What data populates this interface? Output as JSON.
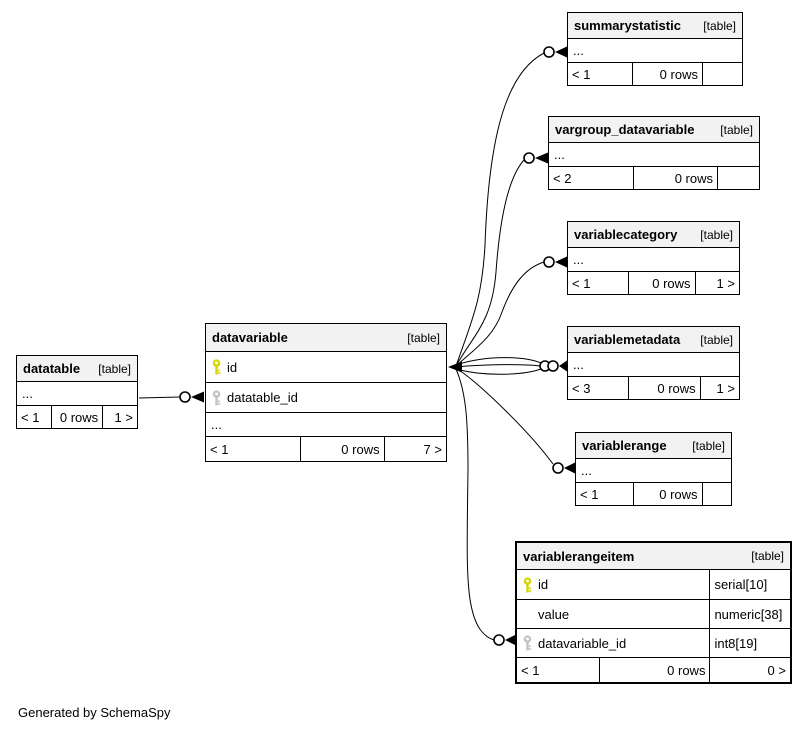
{
  "note": "Generated by SchemaSpy",
  "colors": {
    "pk_key": "#d6d600",
    "fk_key": "#c4c4c4",
    "header_bg": "#f2f2f2",
    "line": "#000000"
  },
  "tables": [
    {
      "name": "summarystatistic",
      "tag": "[table]",
      "rows": [
        {
          "label": "..."
        }
      ],
      "footer": {
        "left": "< 1",
        "mid": "0 rows",
        "right": ""
      }
    },
    {
      "name": "vargroup_datavariable",
      "tag": "[table]",
      "rows": [
        {
          "label": "..."
        }
      ],
      "footer": {
        "left": "< 2",
        "mid": "0 rows",
        "right": ""
      }
    },
    {
      "name": "variablecategory",
      "tag": "[table]",
      "rows": [
        {
          "label": "..."
        }
      ],
      "footer": {
        "left": "< 1",
        "mid": "0 rows",
        "right": "1 >"
      }
    },
    {
      "name": "variablemetadata",
      "tag": "[table]",
      "rows": [
        {
          "label": "..."
        }
      ],
      "footer": {
        "left": "< 3",
        "mid": "0 rows",
        "right": "1 >"
      }
    },
    {
      "name": "variablerange",
      "tag": "[table]",
      "rows": [
        {
          "label": "..."
        }
      ],
      "footer": {
        "left": "< 1",
        "mid": "0 rows",
        "right": ""
      }
    },
    {
      "name": "variablerangeitem",
      "tag": "[table]",
      "rows": [
        {
          "icon": "primary-key",
          "label": "id",
          "type": "serial[10]"
        },
        {
          "icon": null,
          "label": "value",
          "type": "numeric[38]"
        },
        {
          "icon": "foreign-key",
          "label": "datavariable_id",
          "type": "int8[19]"
        }
      ],
      "footer": {
        "left": "< 1",
        "mid": "0 rows",
        "right": "0 >"
      }
    },
    {
      "name": "datavariable",
      "tag": "[table]",
      "rows": [
        {
          "icon": "primary-key",
          "label": "id"
        },
        {
          "icon": "foreign-key",
          "label": "datatable_id"
        },
        {
          "icon": null,
          "label": "..."
        }
      ],
      "footer": {
        "left": "< 1",
        "mid": "0 rows",
        "right": "7 >"
      }
    },
    {
      "name": "datatable",
      "tag": "[table]",
      "rows": [
        {
          "label": "..."
        }
      ],
      "footer": {
        "left": "< 1",
        "mid": "0 rows",
        "right": "1 >"
      }
    }
  ]
}
